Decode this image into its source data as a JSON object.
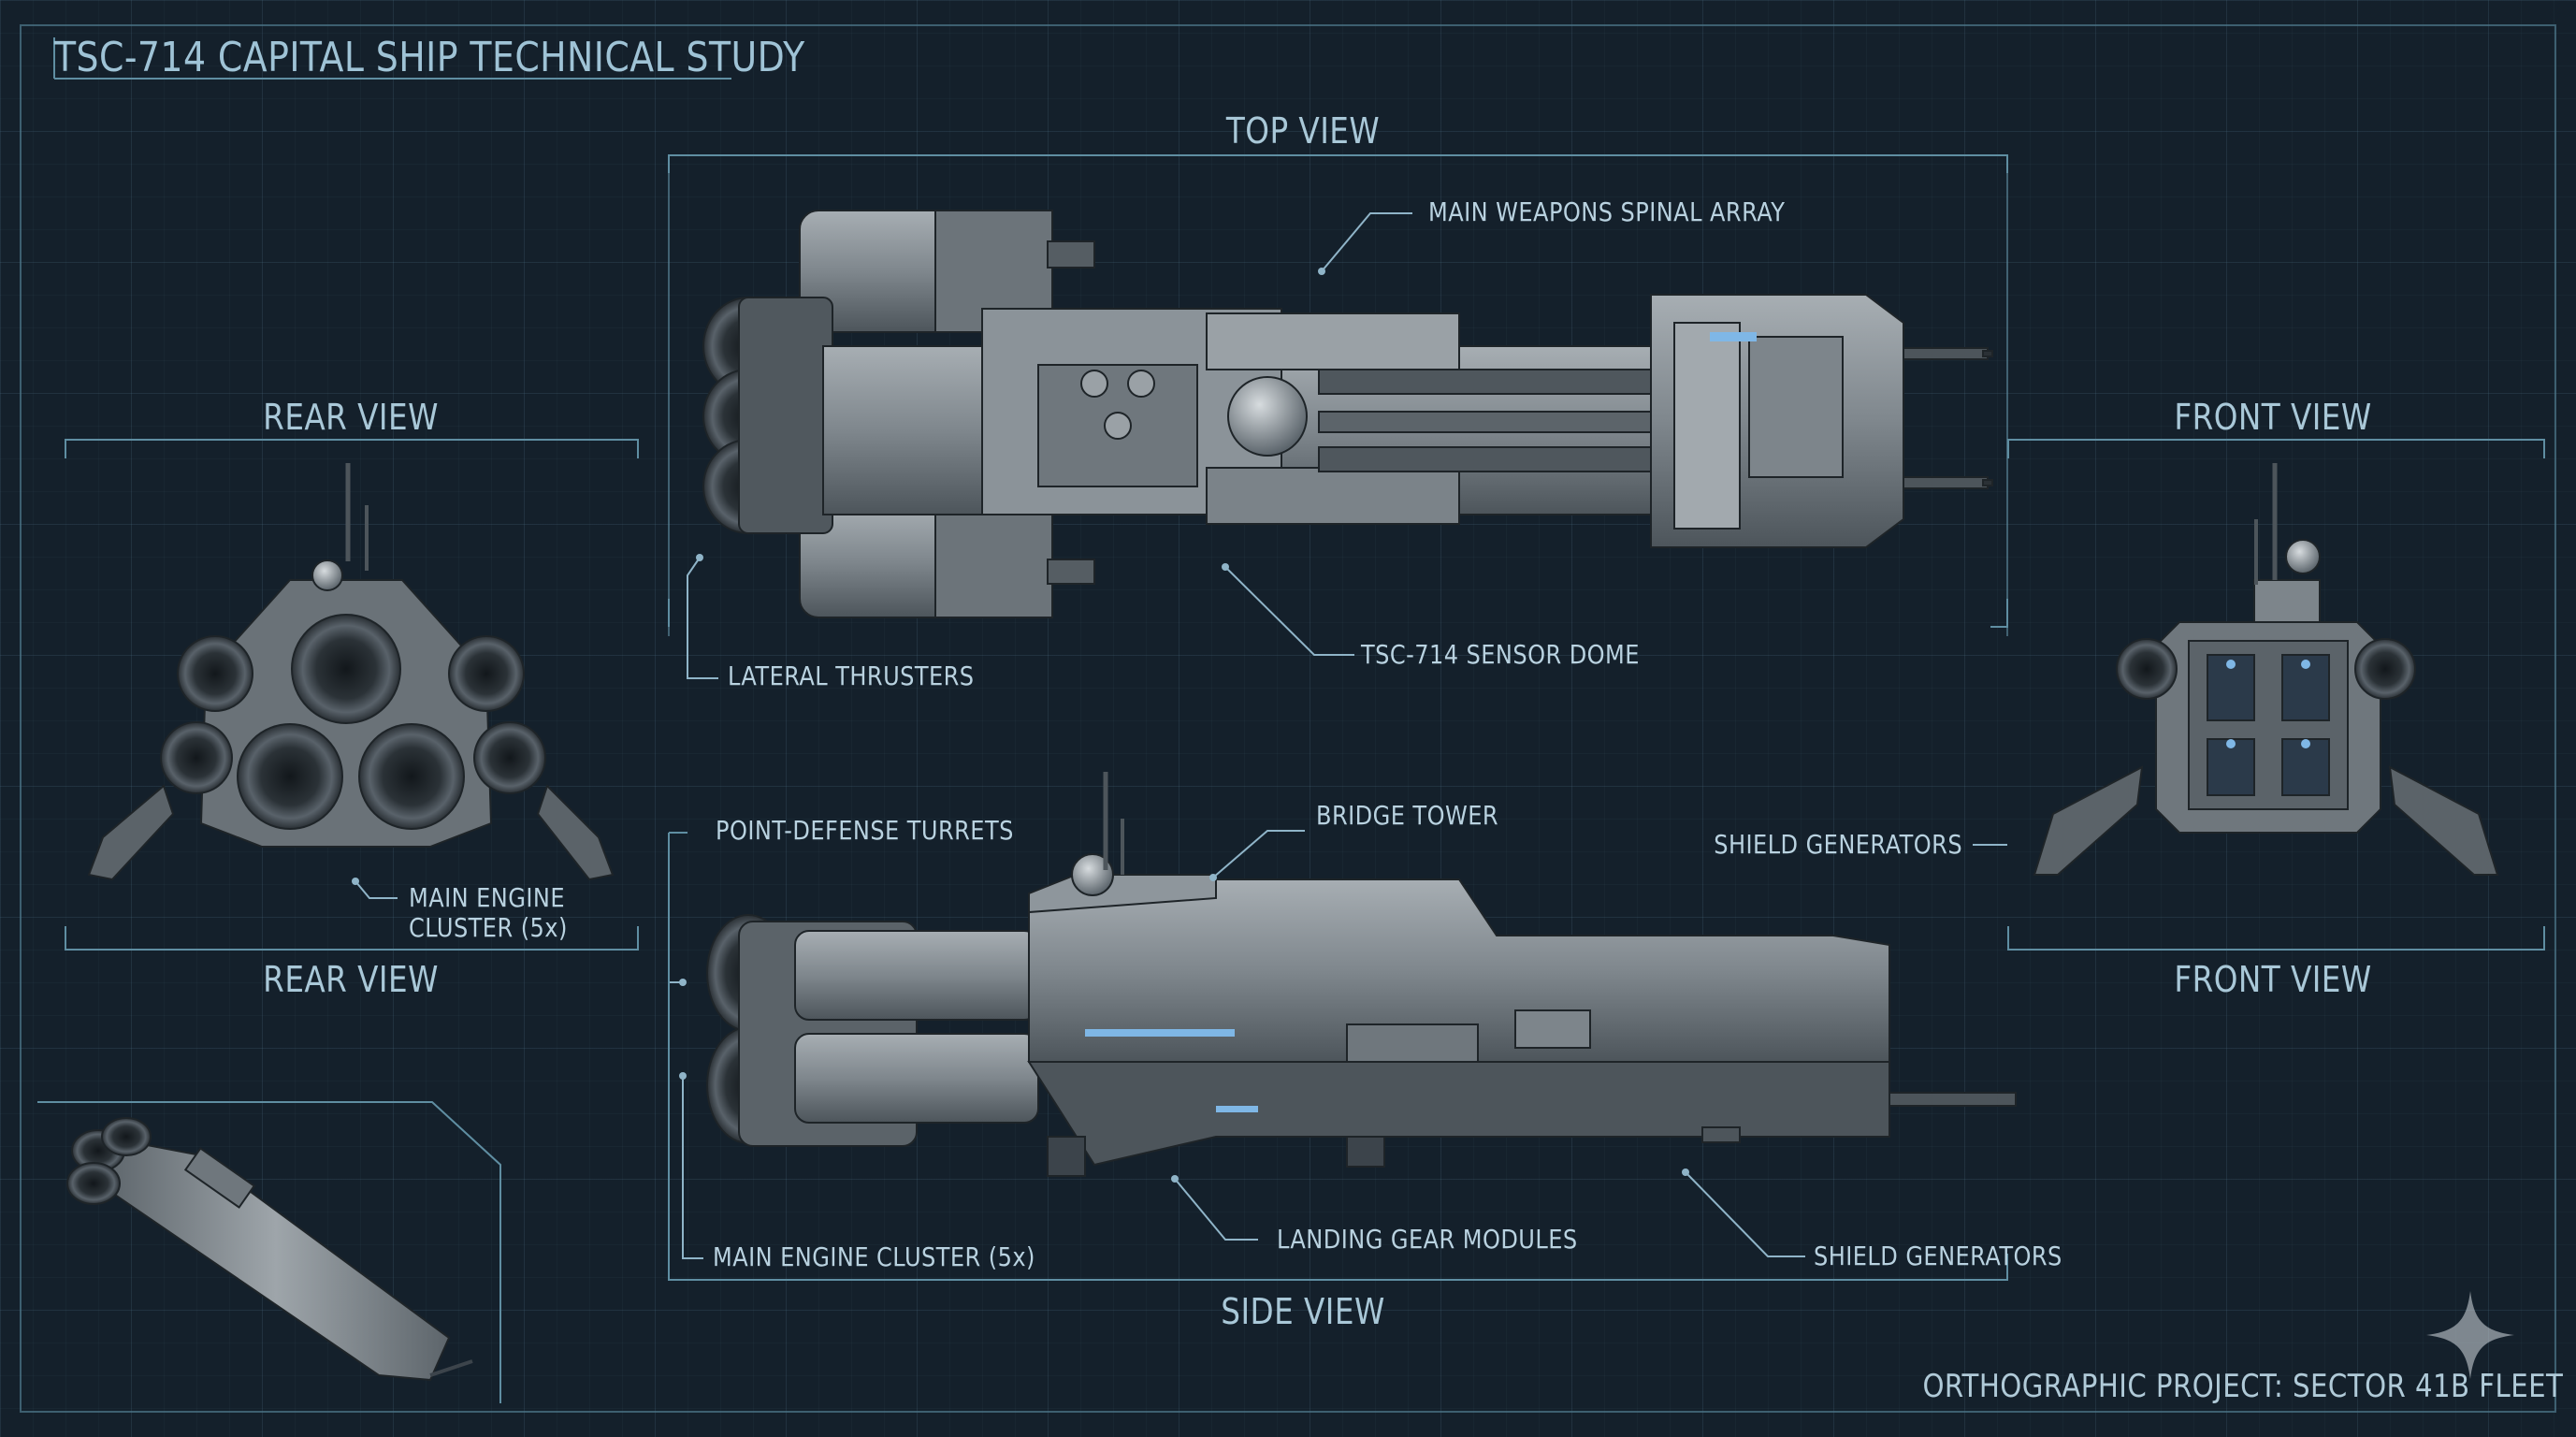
{
  "title": "TSC-714 CAPITAL SHIP TECHNICAL STUDY",
  "views": {
    "top": "TOP VIEW",
    "side": "SIDE VIEW",
    "rear_top": "REAR VIEW",
    "rear_bottom": "REAR VIEW",
    "front_top": "FRONT VIEW",
    "front_bottom": "FRONT VIEW"
  },
  "callouts": {
    "main_weapons": "MAIN WEAPONS SPINAL ARRAY",
    "lateral_thrusters": "LATERAL THRUSTERS",
    "sensor_dome": "TSC-714 SENSOR DOME",
    "point_defense": "POINT-DEFENSE TURRETS",
    "bridge_tower": "BRIDGE TOWER",
    "shield_generators_front": "SHIELD GENERATORS",
    "main_engine_rear_line1": "MAIN ENGINE",
    "main_engine_rear_line2": "CLUSTER (5x)",
    "main_engine_side": "MAIN ENGINE CLUSTER (5x)",
    "landing_gear": "LANDING GEAR MODULES",
    "shield_generators_side": "SHIELD GENERATORS"
  },
  "footer": "ORTHOGRAPHIC PROJECT: SECTOR 41B FLEET",
  "colors": {
    "background": "#14202b",
    "frame": "#5f8ea2",
    "label": "#b9d2e0",
    "hull": "#8e969c",
    "hull_dark": "#3c444b",
    "accent_glow": "#7fb7e6"
  },
  "icons": [
    "sparkle-icon"
  ]
}
